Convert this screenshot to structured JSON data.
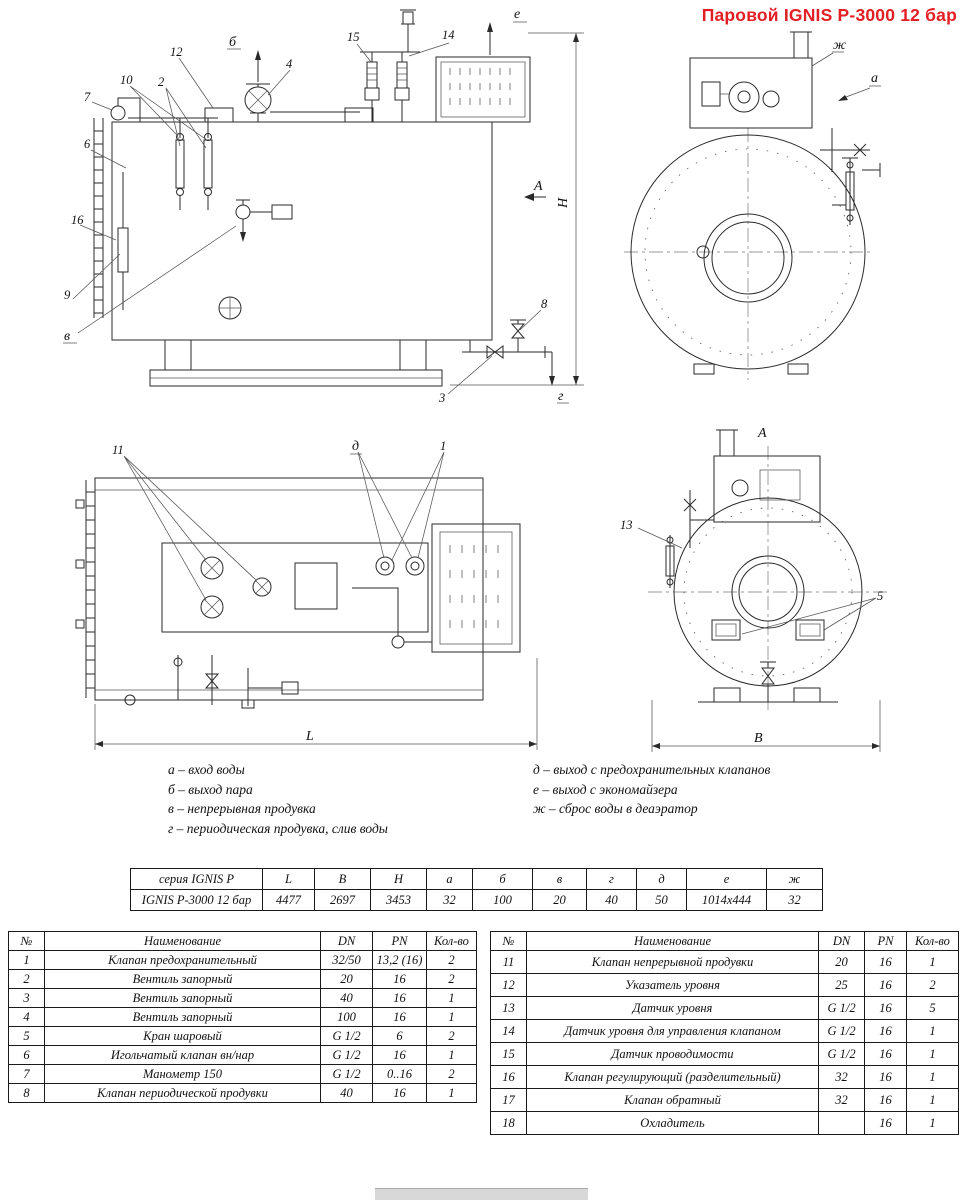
{
  "title": "Паровой IGNIS P-3000 12 бар",
  "labels": {
    "side": {
      "n2": "2",
      "n3": "3",
      "n4": "4",
      "n6": "6",
      "n7": "7",
      "n8": "8",
      "n9": "9",
      "n10": "10",
      "n12": "12",
      "n14": "14",
      "n15": "15",
      "n16": "16",
      "b": "б",
      "v": "в",
      "g": "г",
      "e": "е",
      "sectionA": "А",
      "dimH": "H"
    },
    "front": {
      "zh": "ж",
      "a": "а"
    },
    "plan": {
      "n11": "11",
      "d": "д",
      "n1": "1",
      "dimL": "L"
    },
    "rear": {
      "viewA": "А",
      "n13": "13",
      "n5": "5",
      "dimB": "B"
    }
  },
  "legend": {
    "left": [
      "а – вход воды",
      "б – выход пара",
      "в – непрерывная продувка",
      "г – периодическая продувка, слив воды"
    ],
    "right": [
      "д – выход с предохранительных клапанов",
      "е – выход с экономайзера",
      "ж – сброс воды в деаэратор"
    ]
  },
  "dim_table": {
    "header": [
      "серия IGNIS P",
      "L",
      "B",
      "H",
      "а",
      "б",
      "в",
      "г",
      "д",
      "е",
      "ж"
    ],
    "row": [
      "IGNIS P-3000 12 бар",
      "4477",
      "2697",
      "3453",
      "32",
      "100",
      "20",
      "40",
      "50",
      "1014х444",
      "32"
    ]
  },
  "parts_header": [
    "№",
    "Наименование",
    "DN",
    "PN",
    "Кол-во"
  ],
  "parts_left": [
    [
      "1",
      "Клапан предохранительный",
      "32/50",
      "13,2 (16)",
      "2"
    ],
    [
      "2",
      "Вентиль запорный",
      "20",
      "16",
      "2"
    ],
    [
      "3",
      "Вентиль запорный",
      "40",
      "16",
      "1"
    ],
    [
      "4",
      "Вентиль запорный",
      "100",
      "16",
      "1"
    ],
    [
      "5",
      "Кран шаровый",
      "G 1/2",
      "6",
      "2"
    ],
    [
      "6",
      "Игольчатый клапан вн/нар",
      "G 1/2",
      "16",
      "1"
    ],
    [
      "7",
      "Манометр 150",
      "G 1/2",
      "0..16",
      "2"
    ],
    [
      "8",
      "Клапан периодической продувки",
      "40",
      "16",
      "1"
    ]
  ],
  "parts_right": [
    [
      "11",
      "Клапан непрерывной продувки",
      "20",
      "16",
      "1"
    ],
    [
      "12",
      "Указатель уровня",
      "25",
      "16",
      "2"
    ],
    [
      "13",
      "Датчик уровня",
      "G 1/2",
      "16",
      "5"
    ],
    [
      "14",
      "Датчик уровня для управления клапаном",
      "G 1/2",
      "16",
      "1"
    ],
    [
      "15",
      "Датчик проводимости",
      "G 1/2",
      "16",
      "1"
    ],
    [
      "16",
      "Клапан регулирующий (разделительный)",
      "32",
      "16",
      "1"
    ],
    [
      "17",
      "Клапан обратный",
      "32",
      "16",
      "1"
    ],
    [
      "18",
      "Охладитель",
      "",
      "16",
      "1"
    ]
  ]
}
